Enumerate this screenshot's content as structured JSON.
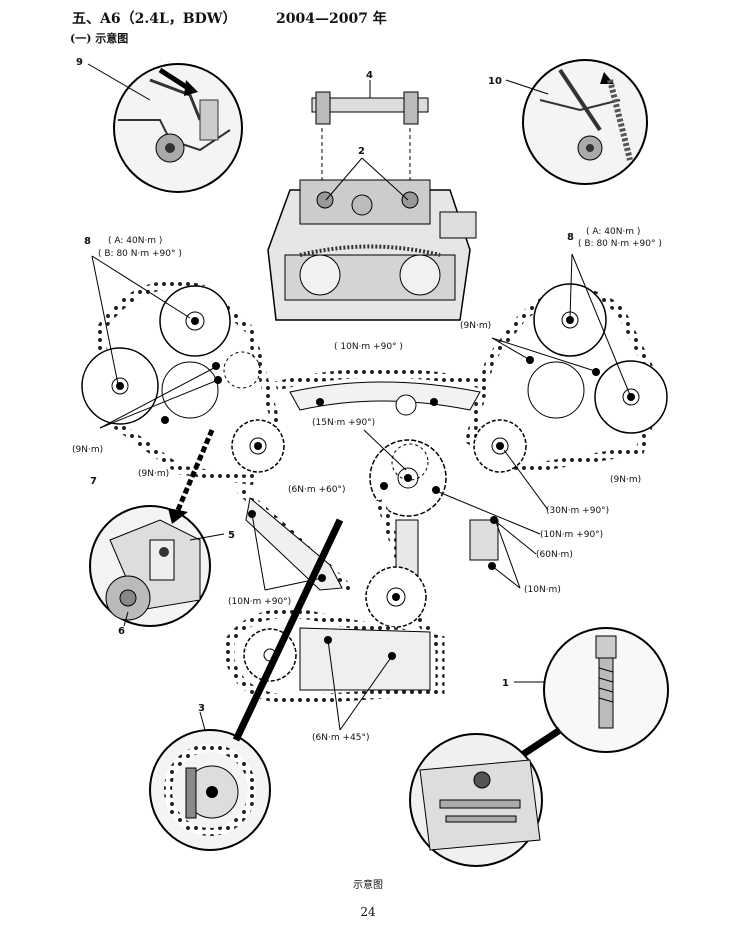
{
  "header": {
    "title_left": "五、A6（2.4L，BDW）",
    "title_right": "2004—2007 年",
    "subtitle": "(一) 示意图"
  },
  "callouts": {
    "n1": "1",
    "n2": "2",
    "n3": "3",
    "n4": "4",
    "n5": "5",
    "n6": "6",
    "n7": "7",
    "n8_left": "8",
    "n8_right": "8",
    "n9": "9",
    "n10": "10"
  },
  "torque": {
    "left_a": "( A: 40N·m )",
    "left_b": "( B: 80 N·m +90° )",
    "right_a": "( A: 40N·m )",
    "right_b": "( B: 80 N·m +90° )",
    "left_9nm_a": "(9N·m)",
    "left_9nm_b": "(9N·m)",
    "right_9nm_a": "(9N·m)",
    "right_9nm_b": "(9N·m)",
    "top_center": "( 10N·m +90° )",
    "center_15": "(15N·m +90°)",
    "left_6nm60": "(6N·m +60°)",
    "right_30": "(30N·m +90°)",
    "right_10_90": "(10N·m +90°)",
    "right_60": "(60N·m)",
    "right_10": "(10N·m)",
    "lower_left_10_90": "(10N·m +90°)",
    "bottom_6nm45": "(6N·m +45°)"
  },
  "caption": "示意图",
  "page_number": "24"
}
